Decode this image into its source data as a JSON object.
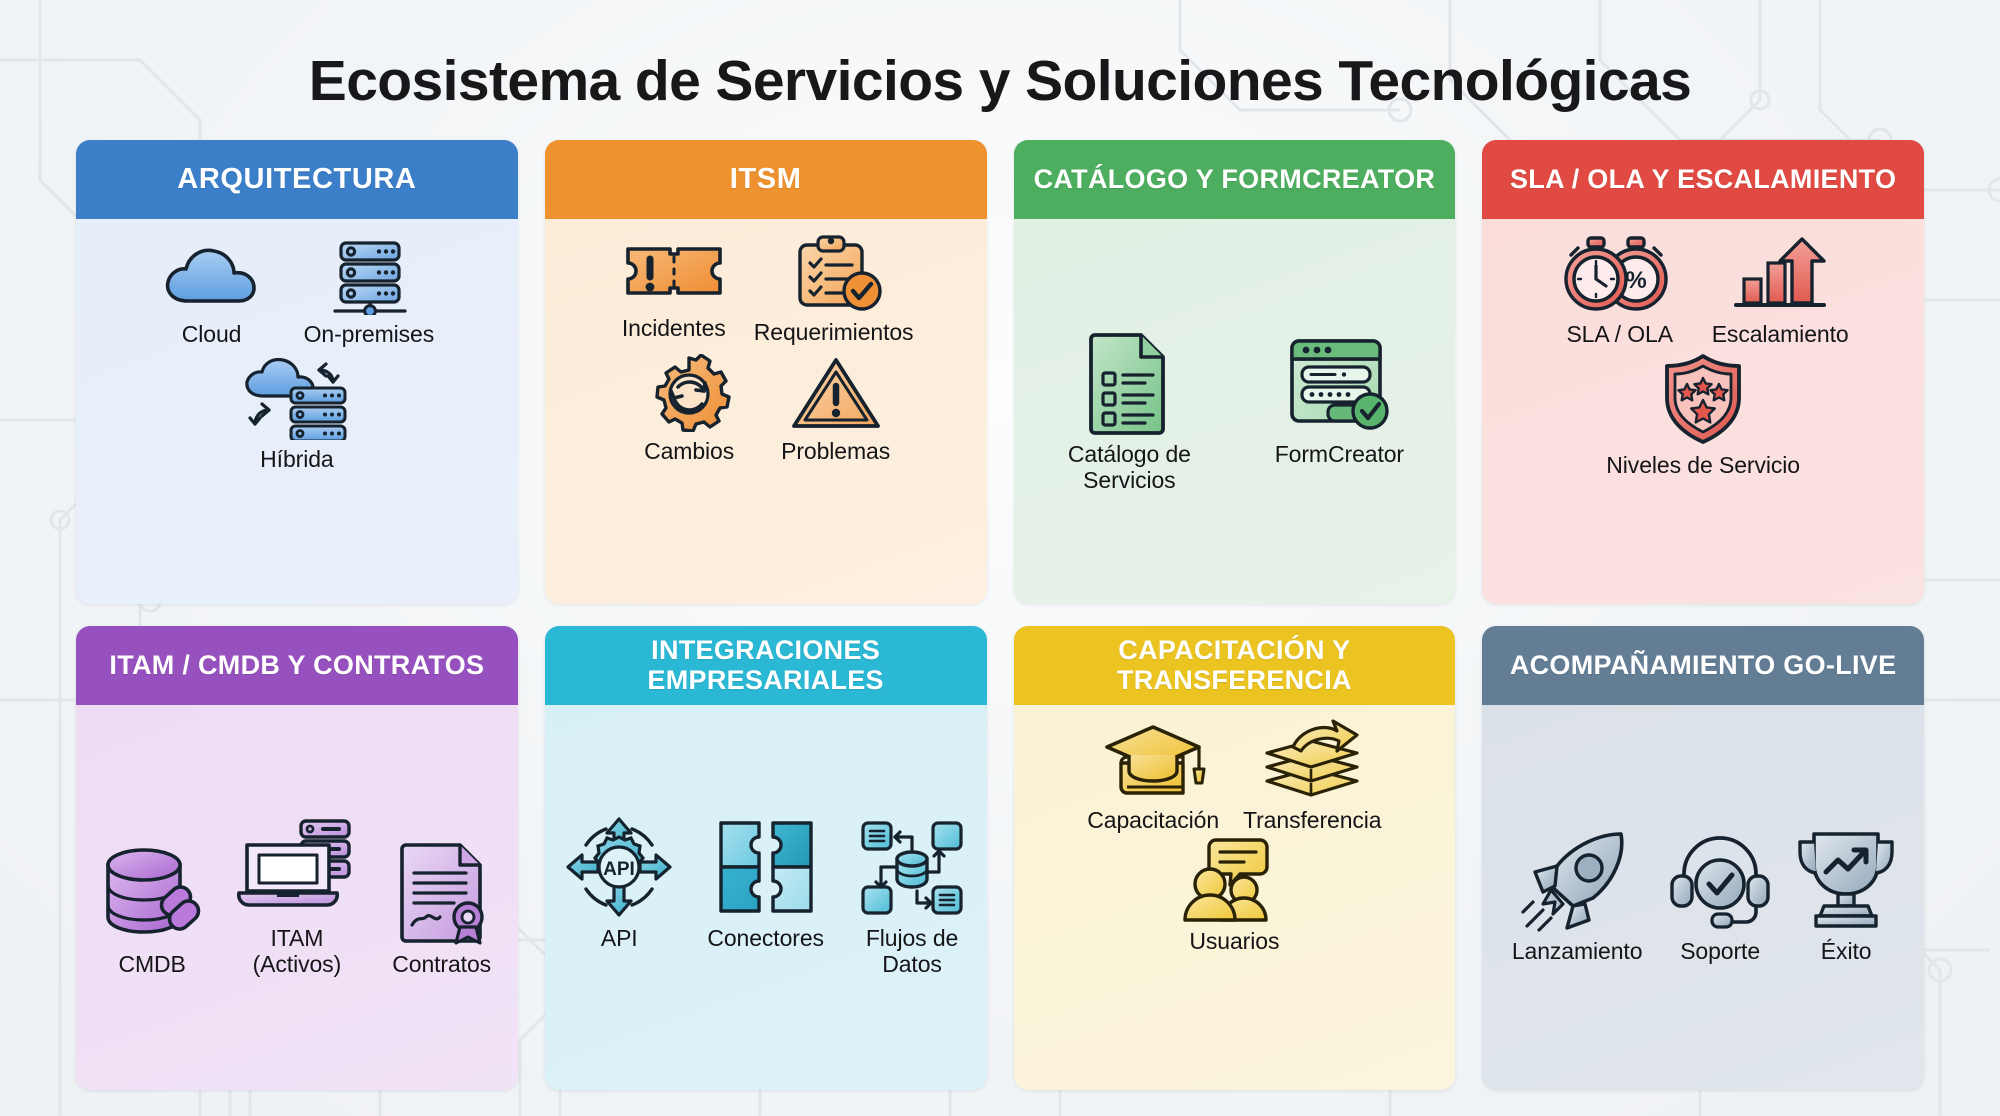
{
  "page": {
    "title": "Ecosistema de Servicios y Soluciones Tecnológicas",
    "background_color": "#f2f5f7",
    "background_pattern": "circuit-traces"
  },
  "cards": [
    {
      "id": "arquitectura",
      "title": "ARQUITECTURA",
      "header_color": "#3C7FC9",
      "body_color": "#e6eefa",
      "icon_color": "#6aa8e8",
      "items": [
        {
          "label": "Cloud",
          "icon": "cloud-icon"
        },
        {
          "label": "On-premises",
          "icon": "server-rack-icon"
        },
        {
          "label": "Híbrida",
          "icon": "hybrid-cloud-server-icon"
        }
      ]
    },
    {
      "id": "itsm",
      "title": "ITSM",
      "header_color": "#EE9230",
      "body_color": "#fcecd8",
      "icon_color": "#f0933c",
      "items": [
        {
          "label": "Incidentes",
          "icon": "ticket-alert-icon"
        },
        {
          "label": "Requerimientos",
          "icon": "clipboard-check-icon"
        },
        {
          "label": "Cambios",
          "icon": "gear-refresh-icon"
        },
        {
          "label": "Problemas",
          "icon": "warning-triangle-icon"
        }
      ]
    },
    {
      "id": "catalogo",
      "title": "CATÁLOGO Y FORMCREATOR",
      "header_color": "#4CAE5E",
      "body_color": "#e2f0e4",
      "icon_color": "#7bc98a",
      "items": [
        {
          "label": "Catálogo de Servicios",
          "icon": "document-checklist-icon"
        },
        {
          "label": "FormCreator",
          "icon": "form-window-check-icon"
        }
      ]
    },
    {
      "id": "sla",
      "title": "SLA / OLA Y ESCALAMIENTO",
      "header_color": "#E04A42",
      "body_color": "#fadddb",
      "icon_color": "#ec6d62",
      "items": [
        {
          "label": "SLA / OLA",
          "icon": "stopwatch-pair-icon"
        },
        {
          "label": "Escalamiento",
          "icon": "bar-chart-arrow-up-icon"
        },
        {
          "label": "Niveles de Servicio",
          "icon": "shield-stars-icon"
        }
      ]
    },
    {
      "id": "itam",
      "title": "ITAM / CMDB Y CONTRATOS",
      "header_color": "#9651BE",
      "body_color": "#eedcf4",
      "icon_color": "#c196dc",
      "items": [
        {
          "label": "CMDB",
          "icon": "database-link-icon"
        },
        {
          "label": "ITAM (Activos)",
          "icon": "laptop-server-icon"
        },
        {
          "label": "Contratos",
          "icon": "contract-seal-icon"
        }
      ]
    },
    {
      "id": "integraciones",
      "title": "INTEGRACIONES EMPRESARIALES",
      "header_color": "#2BB8D4",
      "body_color": "#d7f0f6",
      "icon_color": "#3fb9d4",
      "items": [
        {
          "label": "API",
          "icon": "api-hub-arrows-icon"
        },
        {
          "label": "Conectores",
          "icon": "puzzle-pieces-icon"
        },
        {
          "label": "Flujos de Datos",
          "icon": "data-flow-icon"
        }
      ]
    },
    {
      "id": "capacitacion",
      "title": "CAPACITACIÓN Y TRANSFERENCIA",
      "header_color": "#EBC421",
      "body_color": "#faf2d4",
      "icon_color": "#f0cf45",
      "items": [
        {
          "label": "Capacitación",
          "icon": "graduation-cap-book-icon"
        },
        {
          "label": "Transferencia",
          "icon": "books-share-arrow-icon"
        },
        {
          "label": "Usuarios",
          "icon": "users-speech-icon"
        }
      ]
    },
    {
      "id": "golive",
      "title": "ACOMPAÑAMIENTO GO-LIVE",
      "header_color": "#637D95",
      "body_color": "#dbe1e8",
      "icon_color": "#9bacbe",
      "items": [
        {
          "label": "Lanzamiento",
          "icon": "rocket-icon"
        },
        {
          "label": "Soporte",
          "icon": "headset-check-icon"
        },
        {
          "label": "Éxito",
          "icon": "trophy-growth-icon"
        }
      ]
    }
  ]
}
